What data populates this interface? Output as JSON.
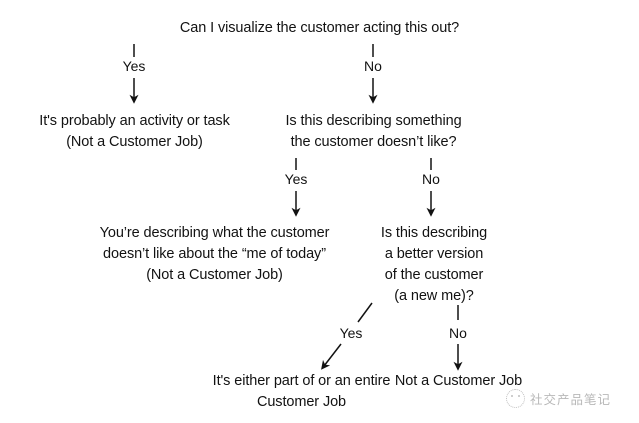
{
  "diagram": {
    "title": "Can I visualize the customer acting this out?",
    "nodes": [
      {
        "id": "q1",
        "lines": [
          "Can I visualize the customer acting this out?"
        ]
      },
      {
        "id": "a1",
        "lines": [
          "It's probably an activity or task",
          "(Not a Customer Job)"
        ]
      },
      {
        "id": "q2",
        "lines": [
          "Is this describing something",
          "the customer doesn’t like?"
        ]
      },
      {
        "id": "a2",
        "lines": [
          "You’re describing what the customer",
          "doesn’t like about the “me of today”",
          "(Not a Customer Job)"
        ]
      },
      {
        "id": "q3",
        "lines": [
          "Is this describing",
          "a better version",
          "of the customer",
          "(a new me)?"
        ]
      },
      {
        "id": "a3",
        "lines": [
          "It's either part of or an entire",
          "Customer Job"
        ]
      },
      {
        "id": "a4",
        "lines": [
          "Not a Customer Job"
        ]
      }
    ],
    "edges": [
      {
        "id": "e1",
        "label": "Yes",
        "from": "q1",
        "to": "a1"
      },
      {
        "id": "e2",
        "label": "No",
        "from": "q1",
        "to": "q2"
      },
      {
        "id": "e3",
        "label": "Yes",
        "from": "q2",
        "to": "a2"
      },
      {
        "id": "e4",
        "label": "No",
        "from": "q2",
        "to": "q3"
      },
      {
        "id": "e5",
        "label": "Yes",
        "from": "q3",
        "to": "a3"
      },
      {
        "id": "e6",
        "label": "No",
        "from": "q3",
        "to": "a4"
      }
    ],
    "colors": {
      "ink": "#121212",
      "background": "#ffffff"
    }
  },
  "watermark": {
    "text": "社交产品笔记",
    "logo": "circle-face-logo"
  }
}
